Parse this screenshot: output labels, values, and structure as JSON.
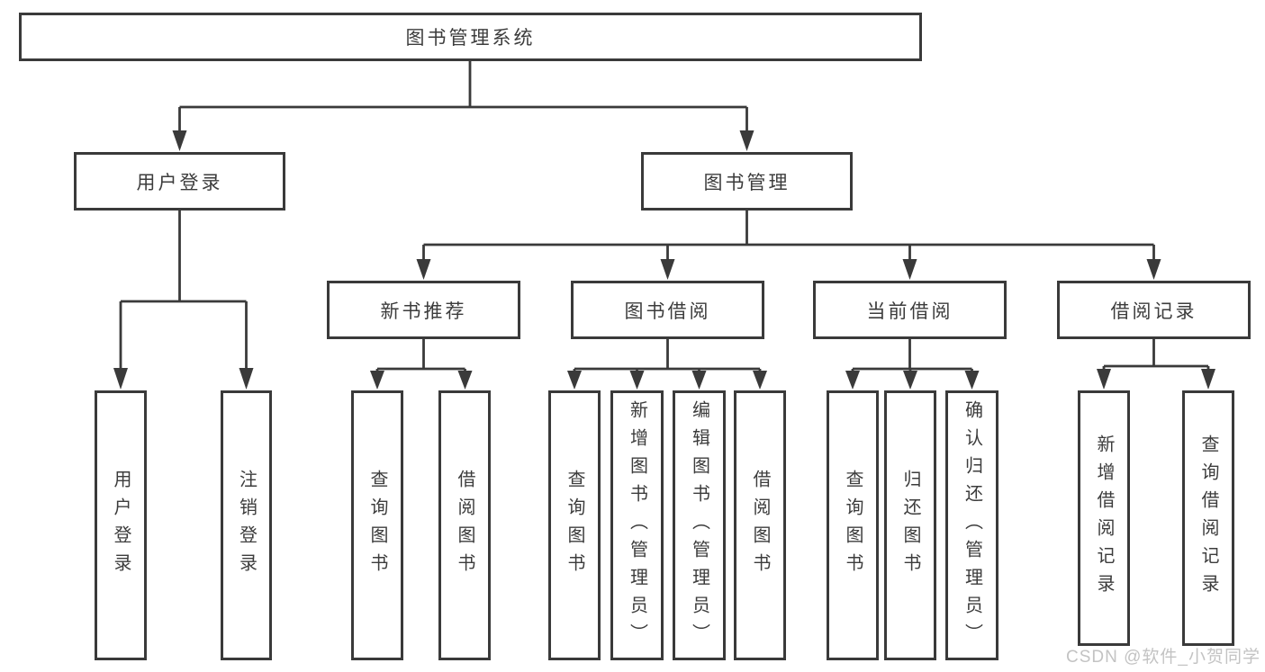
{
  "colors": {
    "line": "#3a3a3a",
    "text": "#3c3c3c",
    "background": "#ffffff",
    "watermark": "#c3c3c3"
  },
  "watermark": {
    "text": "CSDN @软件_小贺同学"
  },
  "tree": {
    "root": {
      "label": "图书管理系统",
      "children": [
        {
          "label": "用户登录",
          "children": [
            {
              "label": "用户登录"
            },
            {
              "label": "注销登录"
            }
          ]
        },
        {
          "label": "图书管理",
          "children": [
            {
              "label": "新书推荐",
              "children": [
                {
                  "label": "查询图书"
                },
                {
                  "label": "借阅图书"
                }
              ]
            },
            {
              "label": "图书借阅",
              "children": [
                {
                  "label": "查询图书"
                },
                {
                  "label": "新增图书（管理员）"
                },
                {
                  "label": "编辑图书（管理员）"
                },
                {
                  "label": "借阅图书"
                }
              ]
            },
            {
              "label": "当前借阅",
              "children": [
                {
                  "label": "查询图书"
                },
                {
                  "label": "归还图书"
                },
                {
                  "label": "确认归还（管理员）"
                }
              ]
            },
            {
              "label": "借阅记录",
              "children": [
                {
                  "label": "新增借阅记录"
                },
                {
                  "label": "查询借阅记录"
                }
              ]
            }
          ]
        }
      ]
    }
  }
}
